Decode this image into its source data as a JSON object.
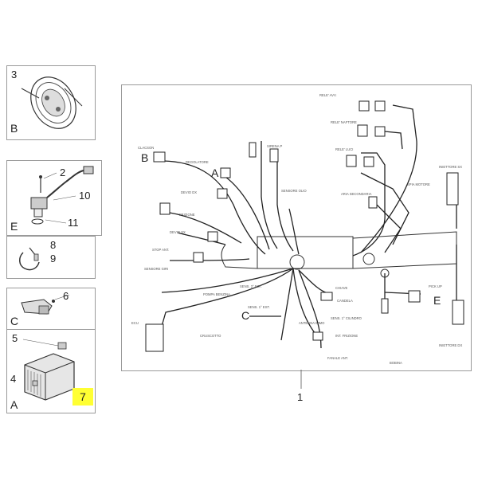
{
  "side_panels": {
    "panel_b": {
      "number": "3",
      "letter": "B"
    },
    "panel_e": {
      "numbers": [
        "2",
        "10",
        "11"
      ],
      "letter": "E"
    },
    "panel_89": {
      "numbers": [
        "8",
        "9"
      ]
    },
    "panel_c": {
      "number": "6",
      "letter": "C"
    },
    "panel_a": {
      "numbers": [
        "5",
        "4"
      ],
      "letter": "A",
      "highlighted": "7",
      "highlight_color": "#ffff33"
    }
  },
  "main": {
    "callout": "1",
    "letters": {
      "b": "B",
      "a": "A",
      "c": "C",
      "e": "E"
    },
    "labels": [
      "RELE' AVV.",
      "RELE' NAFTORE",
      "RELE' LUCI",
      "CLACSON",
      "REGOLATORE",
      "SIRENA P",
      "SENSORE OLIO",
      "ARIA SECONDARIA",
      "SPIA MOTORE",
      "INIETTORE SX",
      "BOBINA",
      "DEVIO SX",
      "DEVIO DX",
      "FRIZIONE",
      "STOP ANT.",
      "SENSORE GIRI",
      "POMPA BENZINA",
      "SENS. 1° EST.",
      "SENS. 2° EST.",
      "CHIAVE",
      "CANDELA",
      "SENS. 1° CILINDRO",
      "PICK UP",
      "ANTENNA IMMO",
      "INT. FRIZIONE",
      "FANALE ANT.",
      "CRUSCOTTO",
      "INIETTORE DX",
      "ECU"
    ]
  }
}
